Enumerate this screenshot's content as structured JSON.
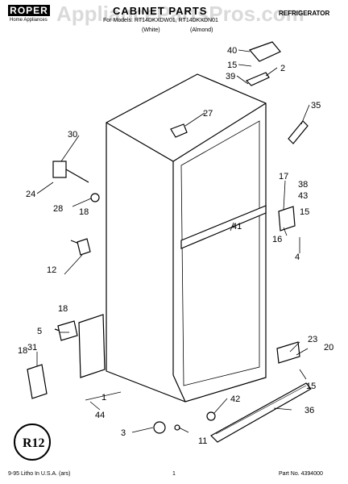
{
  "header": {
    "brand": "ROPER",
    "brand_sub": "Home Appliances",
    "title": "CABINET PARTS",
    "models_line": "For Models: RT14DKXDW01, RT14DKXDN01",
    "finish_white": "(White)",
    "finish_almond": "(Almond)",
    "category": "REFRIGERATOR",
    "watermark": "AppliancePartsPros.com"
  },
  "footer": {
    "litho": "9-95 Litho In U.S.A. (ars)",
    "page": "1",
    "part_no": "Part No. 4394000"
  },
  "callouts": [
    "40",
    "15",
    "2",
    "39",
    "35",
    "27",
    "30",
    "24",
    "28",
    "18",
    "12",
    "17",
    "38",
    "43",
    "15",
    "16",
    "4",
    "41",
    "18",
    "5",
    "31",
    "18",
    "23",
    "20",
    "15",
    "1",
    "44",
    "42",
    "36",
    "3",
    "11"
  ]
}
